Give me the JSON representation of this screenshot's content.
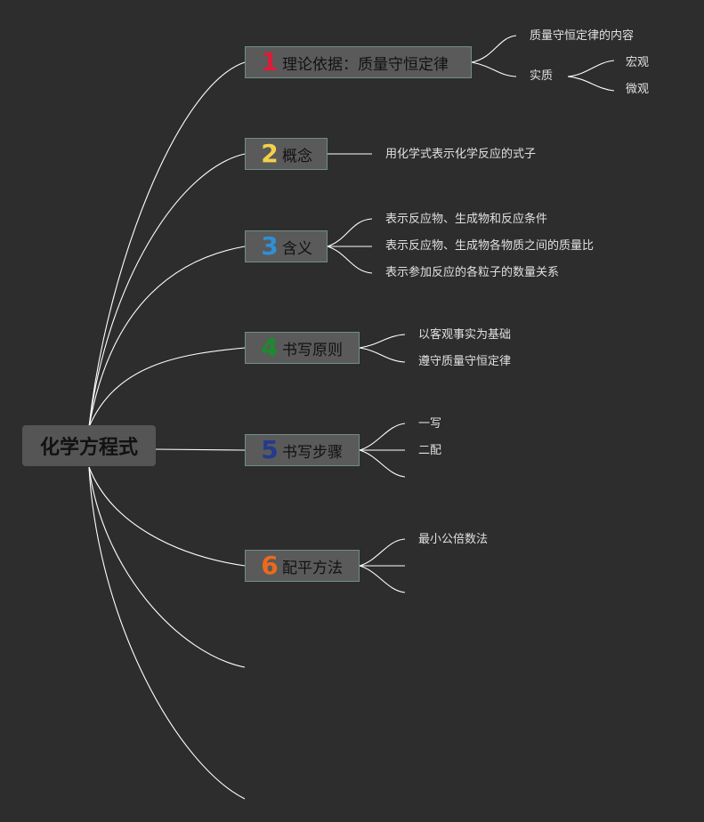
{
  "root": {
    "title": "化学方程式"
  },
  "branches": [
    {
      "number": "1",
      "number_color": "#d81e3a",
      "label": "理论依据：质量守恒定律",
      "leaves": [
        "质量守恒定律的内容",
        "实质"
      ],
      "sub_leaves": [
        "宏观",
        "微观"
      ]
    },
    {
      "number": "2",
      "number_color": "#f2d14a",
      "label": "概念",
      "leaves": [
        "用化学式表示化学反应的式子"
      ]
    },
    {
      "number": "3",
      "number_color": "#2f8fd6",
      "label": "含义",
      "leaves": [
        "表示反应物、生成物和反应条件",
        "表示反应物、生成物各物质之间的质量比",
        "表示参加反应的各粒子的数量关系"
      ]
    },
    {
      "number": "4",
      "number_color": "#1e8a2e",
      "label": "书写原则",
      "leaves": [
        "以客观事实为基础",
        "遵守质量守恒定律"
      ]
    },
    {
      "number": "5",
      "number_color": "#243a8c",
      "label": "书写步骤",
      "leaves": [
        "一写",
        "二配"
      ]
    },
    {
      "number": "6",
      "number_color": "#ec6a1c",
      "label": "配平方法",
      "leaves": [
        "最小公倍数法"
      ]
    }
  ]
}
